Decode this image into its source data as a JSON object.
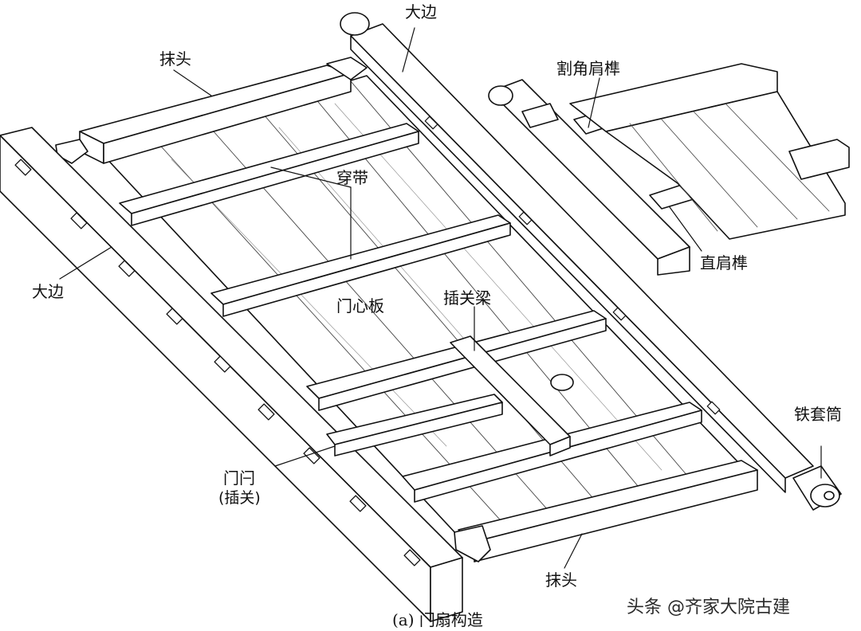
{
  "labels": {
    "top_rail_left": "抹头",
    "stile_top": "大边",
    "mitered_shoulder_tenon": "割角肩榫",
    "battens": "穿带",
    "stile_left": "大边",
    "door_panel": "门心板",
    "bolt_beam": "插关梁",
    "iron_sleeve": "铁套筒",
    "straight_shoulder_tenon": "直肩榫",
    "door_bolt_line1": "门闩",
    "door_bolt_line2": "(插关)",
    "bottom_rail": "抹头"
  },
  "caption": "(a) 门扇构造",
  "watermark": "头条 @齐家大院古建",
  "colors": {
    "ink": "#111111",
    "paper": "#ffffff",
    "shade": "#e6e6e6"
  }
}
